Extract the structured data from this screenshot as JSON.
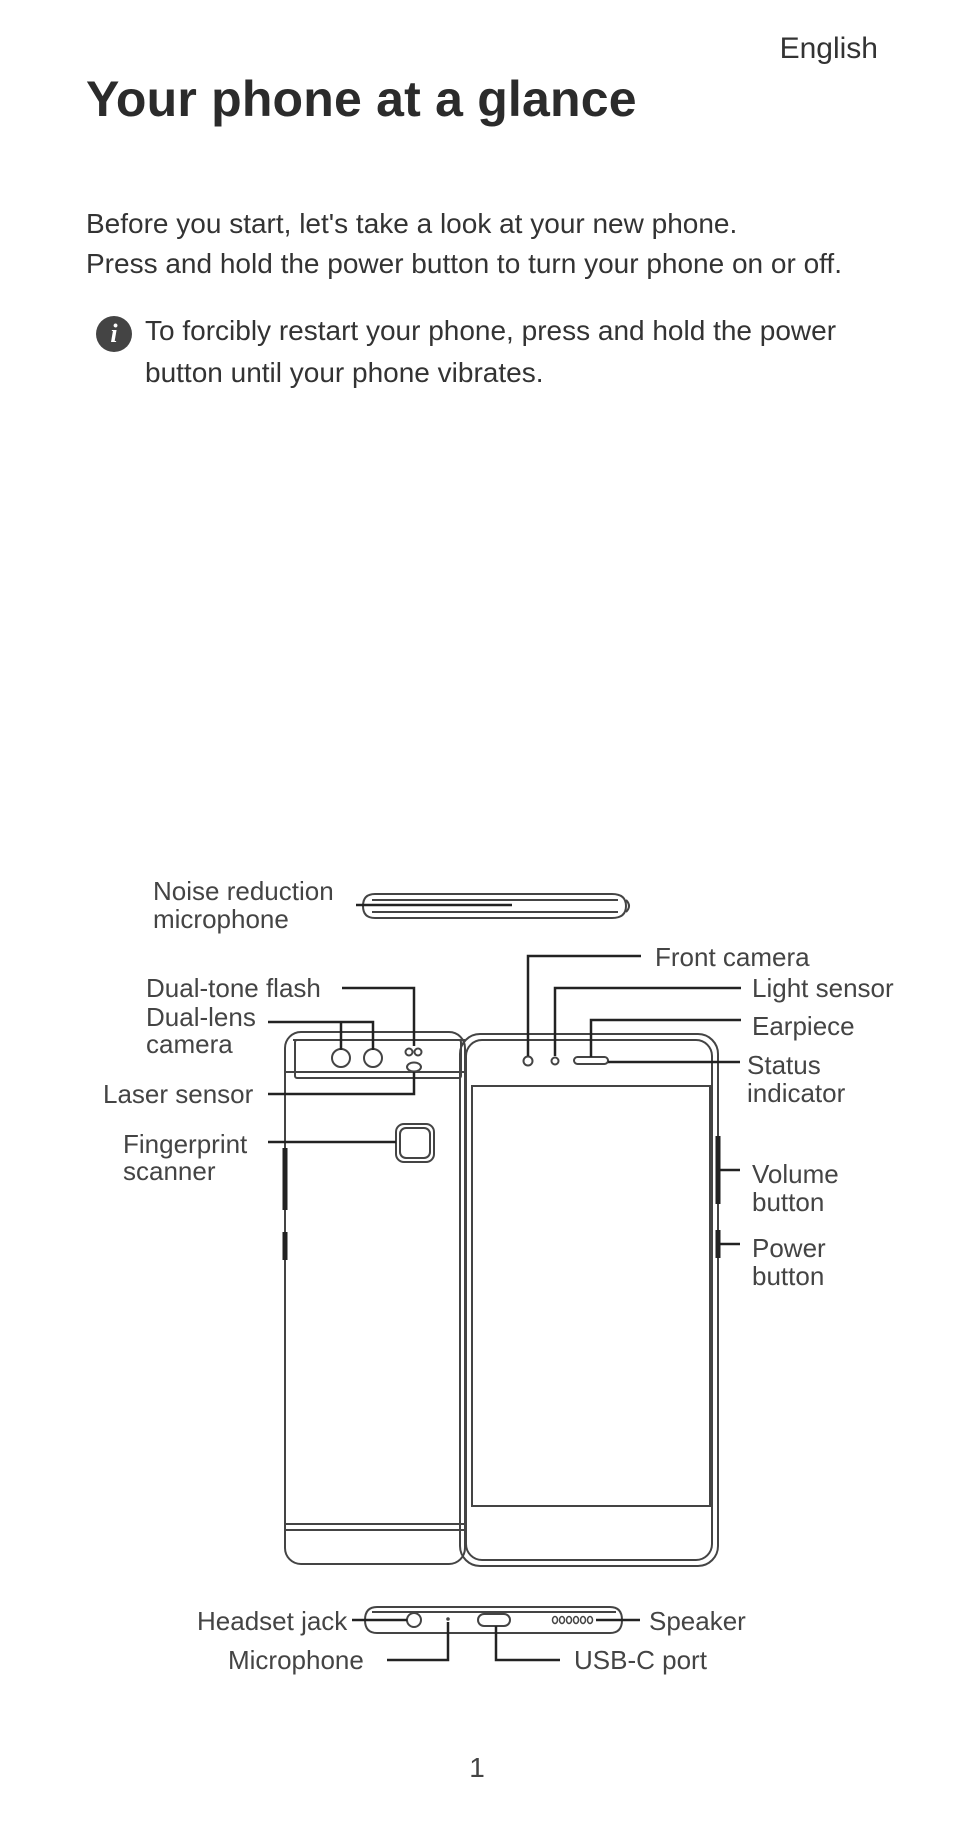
{
  "header": {
    "language": "English",
    "title": "Your phone at a glance"
  },
  "intro": {
    "line1": "Before you start, let's take a look at your new phone.",
    "line2": "Press and hold the power button to turn your phone on or off."
  },
  "note": {
    "icon": "info-icon",
    "line1": "To forcibly restart your phone, press and hold the power",
    "line2": "button until your phone vibrates."
  },
  "labels": {
    "noise_mic_1": "Noise reduction",
    "noise_mic_2": "microphone",
    "dual_tone_flash": "Dual-tone flash",
    "dual_lens_1": "Dual-lens",
    "dual_lens_2": "camera",
    "laser_sensor": "Laser sensor",
    "fingerprint_1": "Fingerprint",
    "fingerprint_2": "scanner",
    "front_camera": "Front camera",
    "light_sensor": "Light sensor",
    "earpiece": "Earpiece",
    "status_1": "Status",
    "status_2": "indicator",
    "volume_1": "Volume",
    "volume_2": "button",
    "power_1": "Power",
    "power_2": "button",
    "headset_jack": "Headset jack",
    "speaker": "Speaker",
    "microphone": "Microphone",
    "usb_c": "USB-C port"
  },
  "footer": {
    "page_number": "1"
  }
}
